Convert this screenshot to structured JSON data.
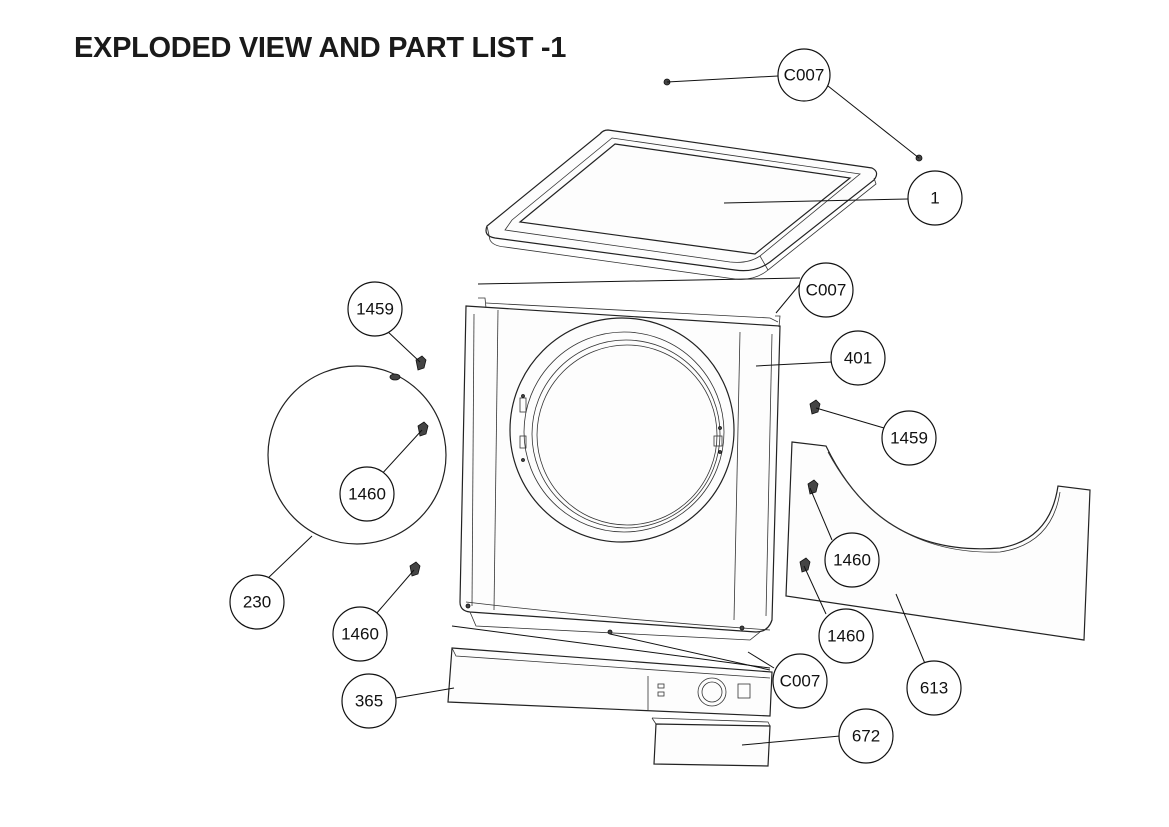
{
  "title": "EXPLODED VIEW AND PART LIST -1",
  "callouts": {
    "c007_top": "C007",
    "part_1": "1",
    "c007_mid": "C007",
    "part_1459_left": "1459",
    "part_401": "401",
    "part_1459_right": "1459",
    "part_1460_circle": "1460",
    "part_1460_right_upper": "1460",
    "part_230": "230",
    "part_1460_left": "1460",
    "part_1460_right_lower": "1460",
    "part_613": "613",
    "part_365": "365",
    "c007_bottom": "C007",
    "part_672": "672"
  }
}
